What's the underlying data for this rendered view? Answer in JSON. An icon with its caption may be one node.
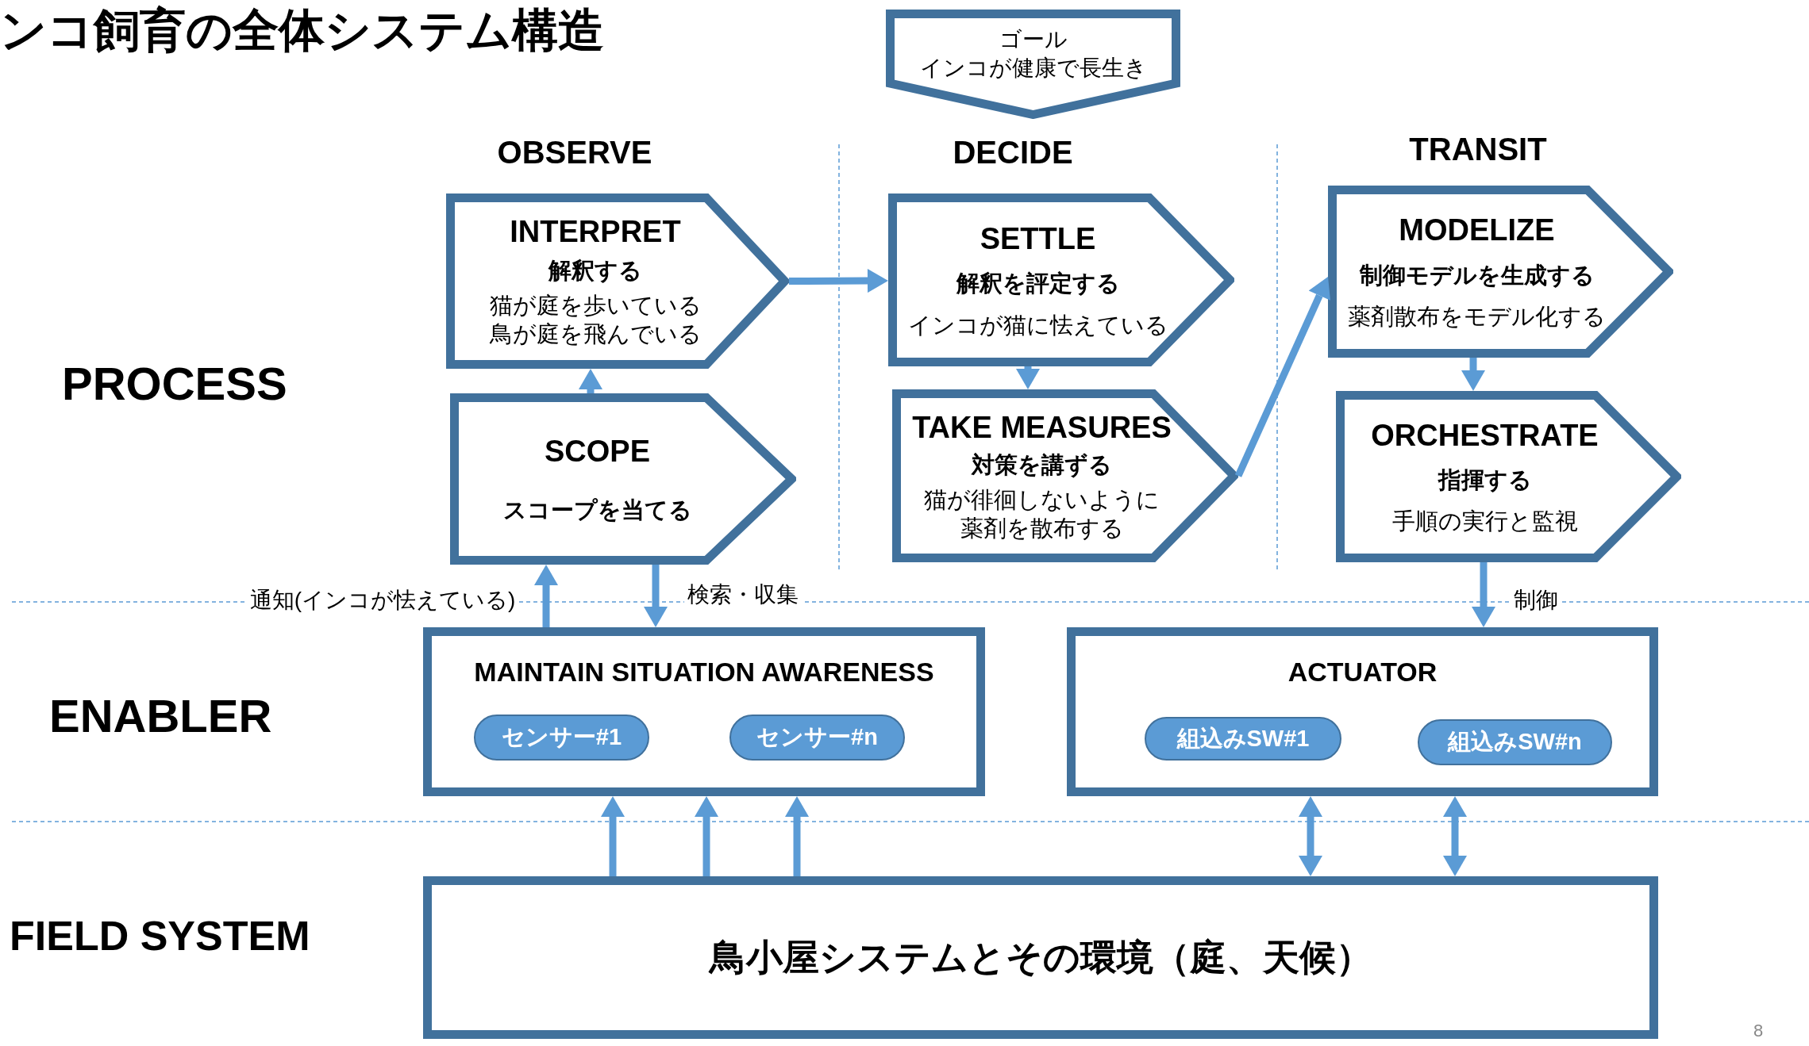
{
  "diagram": {
    "title": "ンコ飼育の全体システム構造",
    "nodes": [
      {
        "text": [
          "ゴール",
          "インコが健康で長生き"
        ]
      },
      {
        "text": [
          "INTERPRET",
          "解釈する",
          "猫が庭を歩いている鳥が庭を飛んでいる"
        ]
      },
      {
        "text": [
          "SETTLE",
          "解釈を評定する",
          "インコが猫に怯えている"
        ]
      },
      {
        "text": [
          "MODELIZE",
          "制御モデルを生成する",
          "薬剤散布をモデル化する"
        ]
      },
      {
        "text": [
          "SCOPE",
          "スコープを当てる"
        ]
      },
      {
        "text": [
          "TAKE MEASURES",
          "対策を講ずる",
          "猫が徘徊しないように薬剤を散布する"
        ]
      },
      {
        "text": [
          "ORCHESTRATE",
          "指揮する",
          "手順の実行と監視"
        ]
      },
      {
        "text": [
          "MAINTAIN SITUATION AWARENESS"
        ]
      },
      {
        "text": [
          "センサー#1"
        ],
        "in": 7
      },
      {
        "text": [
          "センサー#n"
        ],
        "in": 7
      },
      {
        "text": [
          "ACTUATOR"
        ]
      },
      {
        "text": [
          "組込みSW#1"
        ],
        "in": 10
      },
      {
        "text": [
          "組込みSW#n"
        ],
        "in": 10
      },
      {
        "text": [
          "鳥小屋システムとその環境（庭、天候）"
        ]
      }
    ],
    "edges": [
      {
        "from": 4,
        "to": 1,
        "arrow": "to"
      },
      {
        "from": 1,
        "to": 2,
        "arrow": "to"
      },
      {
        "from": 2,
        "to": 5,
        "arrow": "to"
      },
      {
        "from": 5,
        "to": 3,
        "arrow": "to"
      },
      {
        "from": 3,
        "to": 6,
        "arrow": "to"
      },
      {
        "from": 7,
        "to": 4,
        "arrow": "to",
        "label": "通知(インコが怯えている)"
      },
      {
        "from": 4,
        "to": 7,
        "arrow": "to",
        "label": "検索・収集"
      },
      {
        "from": 6,
        "to": 10,
        "arrow": "to",
        "label": "制御"
      },
      {
        "from": 13,
        "to": 7,
        "arrow": "to"
      },
      {
        "from": 13,
        "to": 7,
        "arrow": "to"
      },
      {
        "from": 13,
        "to": 7,
        "arrow": "to"
      },
      {
        "from": 10,
        "to": 13,
        "arrow": "both"
      },
      {
        "from": 10,
        "to": 13,
        "arrow": "both"
      }
    ],
    "labels": [
      "OBSERVE",
      "DECIDE",
      "TRANSIT",
      "PROCESS",
      "ENABLER",
      "FIELD SYSTEM",
      "8"
    ]
  }
}
